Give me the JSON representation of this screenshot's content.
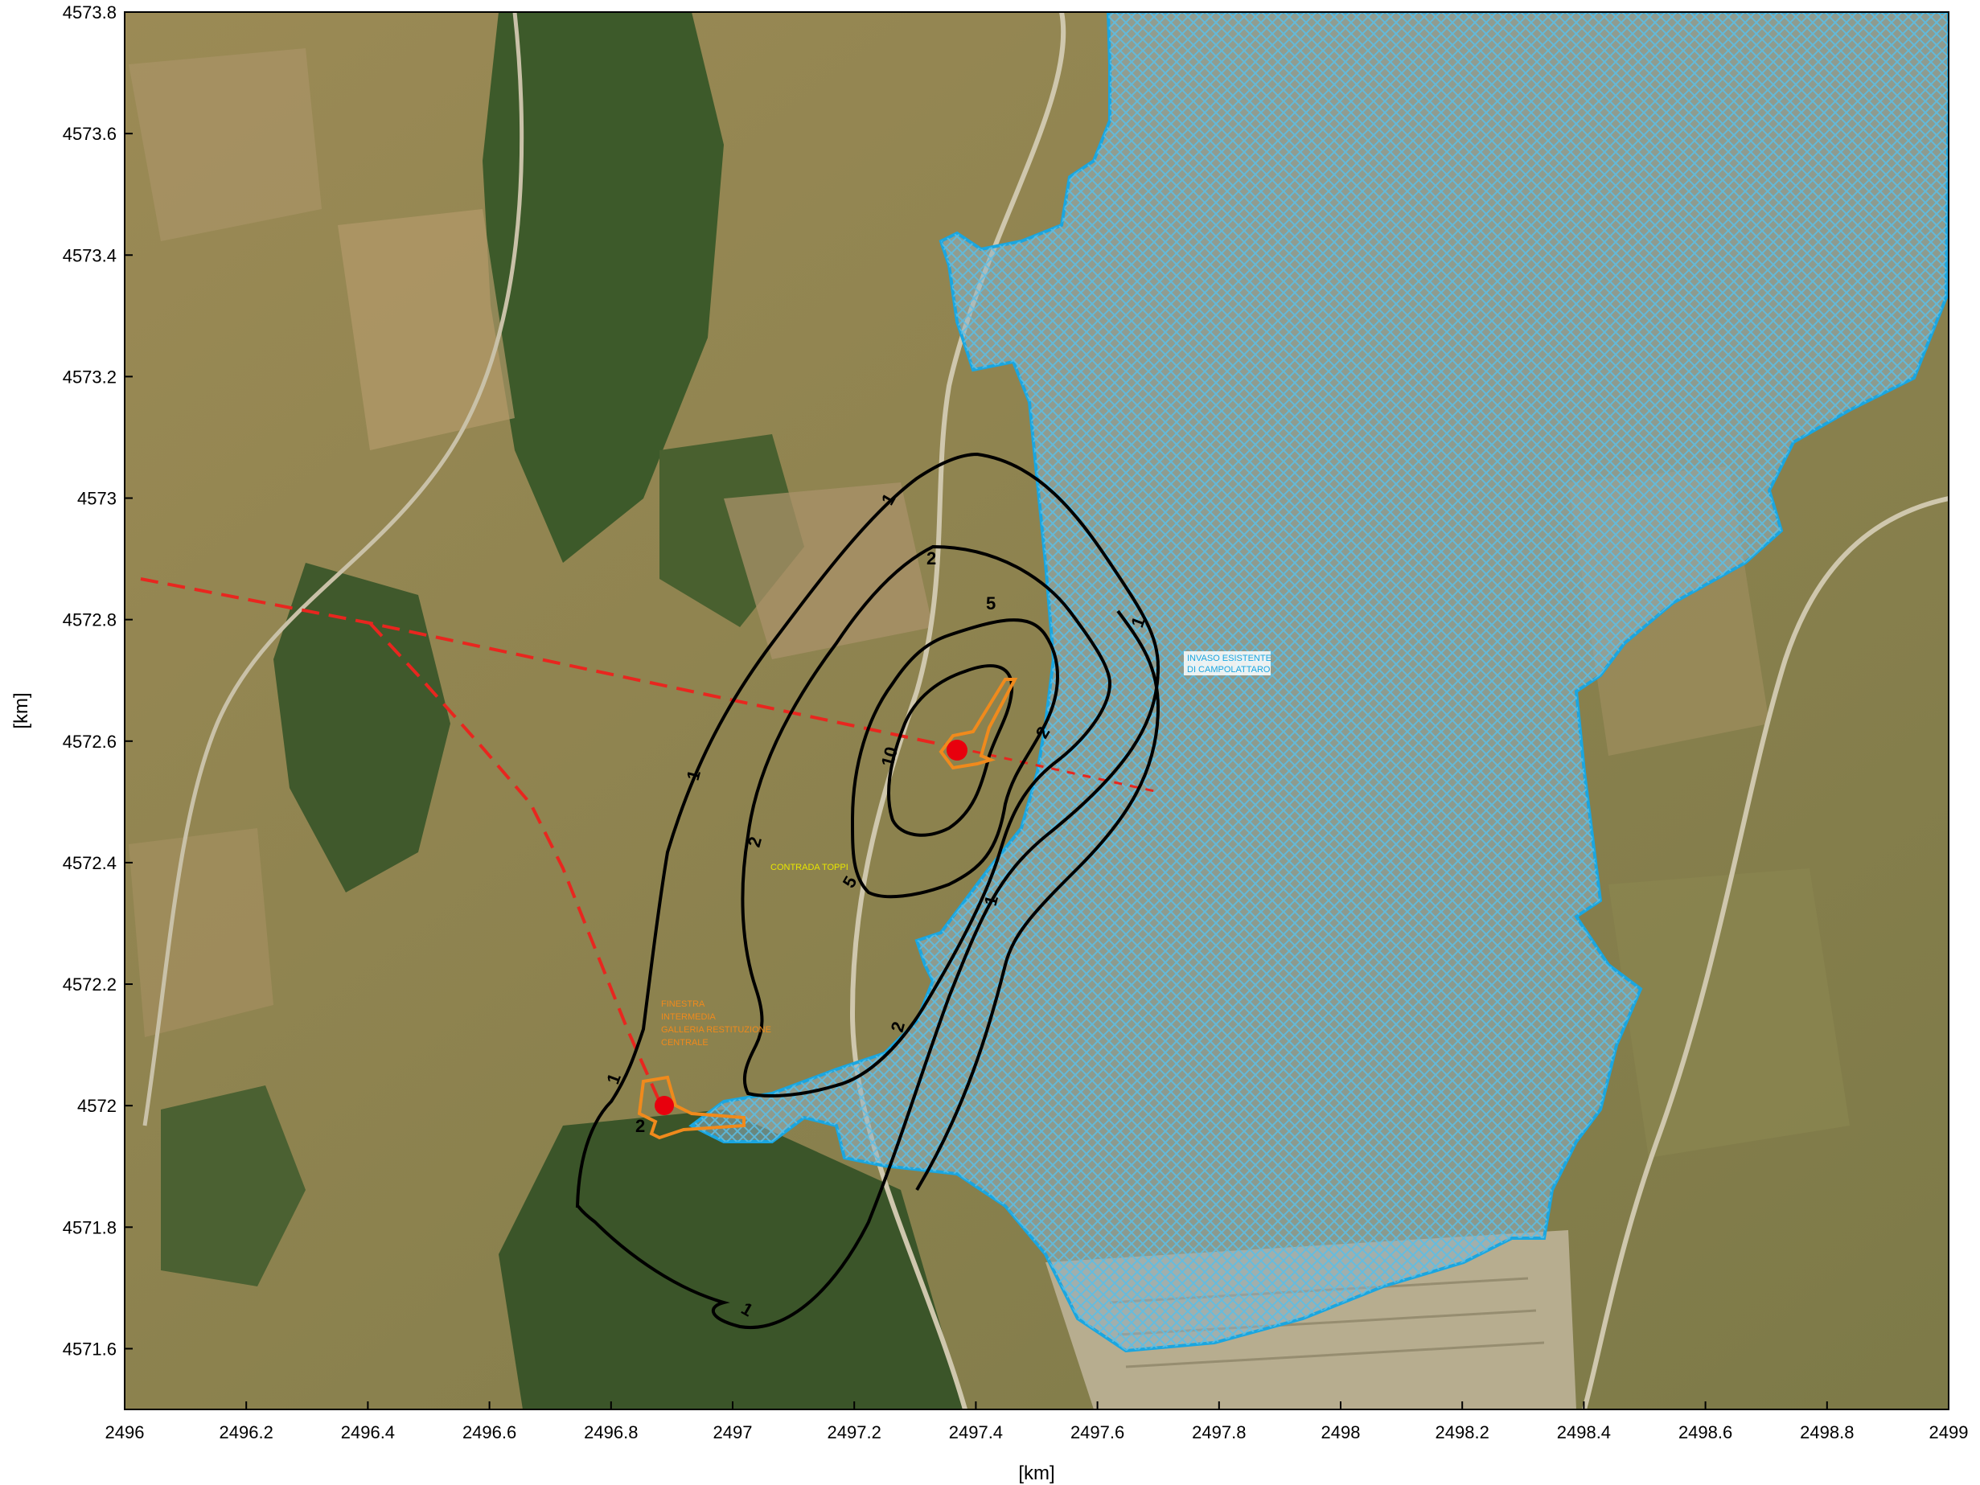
{
  "axes": {
    "x_label": "[km]",
    "y_label": "[km]",
    "x_ticks": [
      "2496",
      "2496.2",
      "2496.4",
      "2496.6",
      "2496.8",
      "2497",
      "2497.2",
      "2497.4",
      "2497.6",
      "2497.8",
      "2498",
      "2498.2",
      "2498.4",
      "2498.6",
      "2498.8",
      "2499"
    ],
    "y_ticks": [
      "4573.8",
      "4573.6",
      "4573.4",
      "4573.2",
      "4573",
      "4572.8",
      "4572.6",
      "4572.4",
      "4572.2",
      "4572",
      "4571.8",
      "4571.6"
    ],
    "x_range": [
      2496,
      2499
    ],
    "y_range": [
      4571.5,
      4573.8
    ]
  },
  "contour_labels": [
    "1",
    "2",
    "5",
    "10"
  ],
  "map_labels": {
    "reservoir_line1": "INVASO ESISTENTE",
    "reservoir_line2": "DI CAMPOLATTARO",
    "locality": "CONTRADA TOPPI",
    "site_south_line1": "FINESTRA",
    "site_south_line2": "INTERMEDIA",
    "site_south_line3": "GALLERIA RESTITUZIONE",
    "site_south_line4": "CENTRALE"
  },
  "colors": {
    "reservoir_outline": "#1aa6e0",
    "reservoir_hatch": "#5bbfe6",
    "contour": "#000000",
    "alignment": "#e8261f",
    "site_outline": "#f08a1c",
    "source_point": "#e8000d",
    "locality_label": "#e8e600"
  }
}
